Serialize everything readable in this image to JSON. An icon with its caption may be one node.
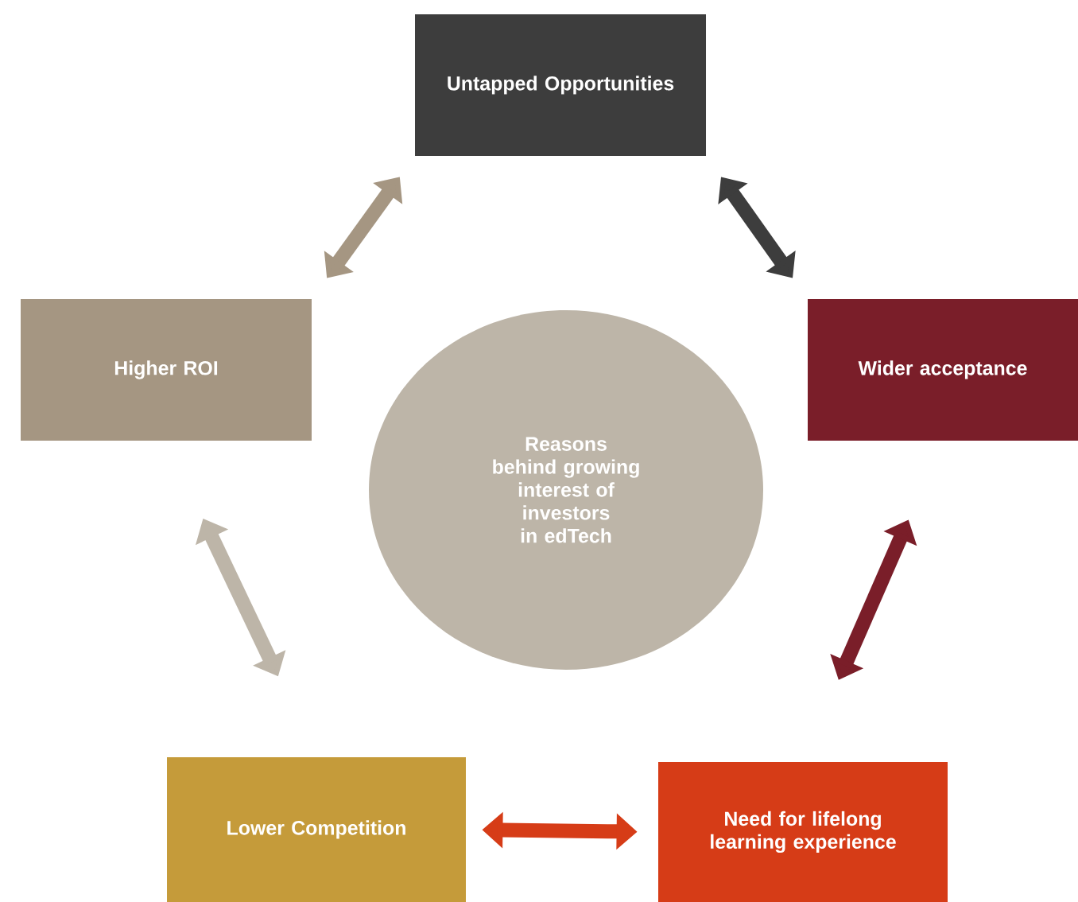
{
  "diagram": {
    "nodes": [
      {
        "text": [
          "Untapped Opportunities"
        ]
      },
      {
        "text": [
          "Higher ROI"
        ]
      },
      {
        "text": [
          "Wider acceptance"
        ]
      },
      {
        "text": [
          "Reasons behind growing interest of investors in edTech"
        ]
      },
      {
        "text": [
          "Lower Competition"
        ]
      },
      {
        "text": [
          "Need for lifelong learning experience"
        ]
      }
    ],
    "edges": [
      {
        "from": 1,
        "to": 0,
        "arrow": "both",
        "color": "#a59682"
      },
      {
        "from": 0,
        "to": 2,
        "arrow": "both",
        "color": "#3d3d3d"
      },
      {
        "from": 2,
        "to": 5,
        "arrow": "both",
        "color": "#7a1e29"
      },
      {
        "from": 4,
        "to": 5,
        "arrow": "both",
        "color": "#d63c17"
      },
      {
        "from": 1,
        "to": 4,
        "arrow": "both",
        "color": "#bdb5a8"
      }
    ]
  }
}
